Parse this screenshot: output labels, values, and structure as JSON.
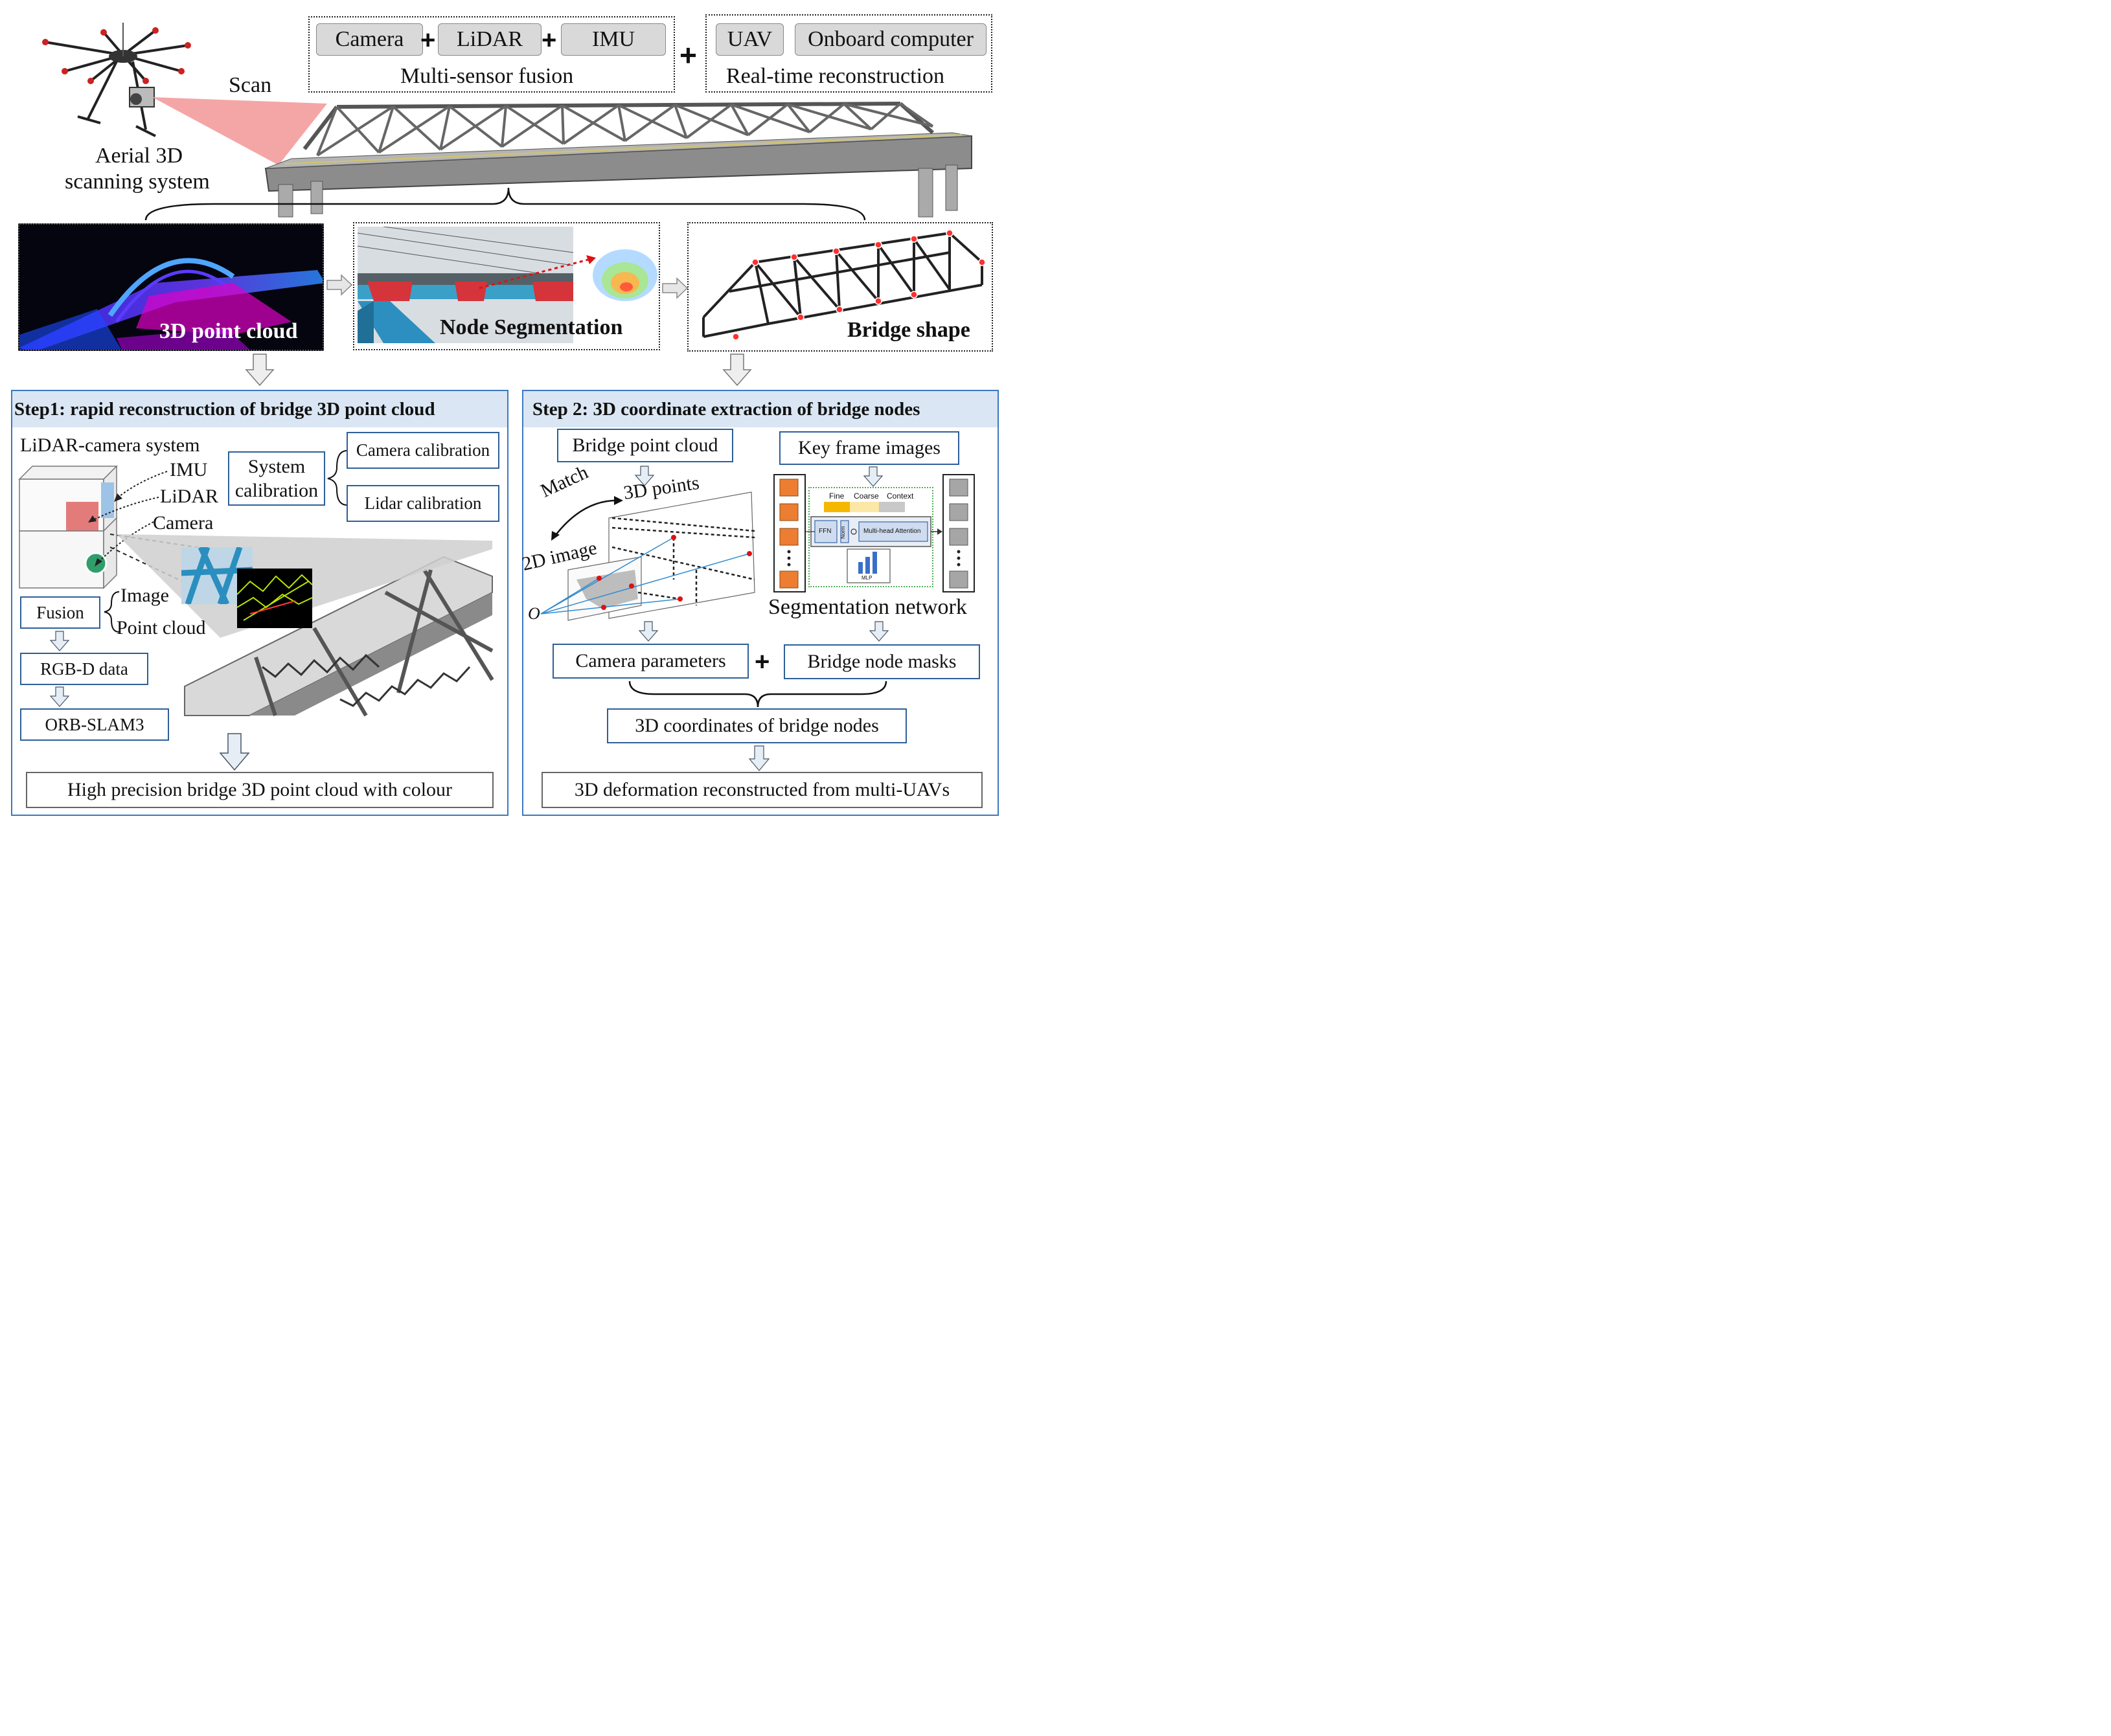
{
  "header": {
    "scan_label": "Scan",
    "drone_caption_line1": "Aerial 3D",
    "drone_caption_line2": "scanning system",
    "fusion_items": [
      "Camera",
      "LiDAR",
      "IMU"
    ],
    "fusion_caption": "Multi-sensor fusion",
    "recon_items": [
      "UAV",
      "Onboard computer"
    ],
    "recon_caption": "Real-time reconstruction",
    "plus": "+"
  },
  "stages": {
    "point_cloud": "3D point cloud",
    "node_segmentation": "Node Segmentation",
    "bridge_shape": "Bridge shape"
  },
  "step1": {
    "title": "Step1: rapid reconstruction of bridge 3D point cloud",
    "system_label": "LiDAR-camera system",
    "imu": "IMU",
    "lidar": "LiDAR",
    "camera": "Camera",
    "system_calibration_line1": "System",
    "system_calibration_line2": "calibration",
    "camera_calibration": "Camera calibration",
    "lidar_calibration": "Lidar calibration",
    "fusion": "Fusion",
    "image": "Image",
    "point_cloud": "Point cloud",
    "rgbd": "RGB-D data",
    "orbslam": "ORB-SLAM3",
    "result": "High precision bridge 3D point cloud with colour"
  },
  "step2": {
    "title": "Step 2: 3D coordinate extraction of bridge nodes",
    "bridge_point_cloud": "Bridge point cloud",
    "key_frame_images": "Key frame  images",
    "match": "Match",
    "points_3d": "3D points",
    "image_2d": "2D image",
    "origin": "O",
    "net_fine": "Fine",
    "net_coarse": "Coarse",
    "net_context": "Context",
    "net_ffn": "FFN",
    "net_norm": "Norm",
    "net_attention": "Multi-head Attention",
    "net_mlp": "MLP",
    "segmentation_network": "Segmentation network",
    "camera_parameters": "Camera parameters",
    "bridge_node_masks": "Bridge node masks",
    "coordinates": "3D coordinates of bridge nodes",
    "result": "3D deformation reconstructed from multi-UAVs"
  },
  "colors": {
    "panel_border": "#3b78c0",
    "panel_header": "#dae6f3",
    "box_border": "#2e5f99",
    "laser": "#f4a6a6",
    "orange_tile": "#ed7d31",
    "grey_tile": "#a6a6a6"
  }
}
